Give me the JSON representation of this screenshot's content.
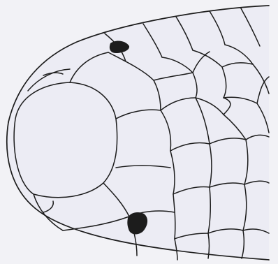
{
  "illustration": {
    "subject": "snake-head",
    "view": "dorsal",
    "style": "line-drawing",
    "colors": {
      "background": "#f2f2f6",
      "head_fill": "#ececf4",
      "line": "#1c1c1c",
      "eye": "#1c1c1c"
    }
  }
}
